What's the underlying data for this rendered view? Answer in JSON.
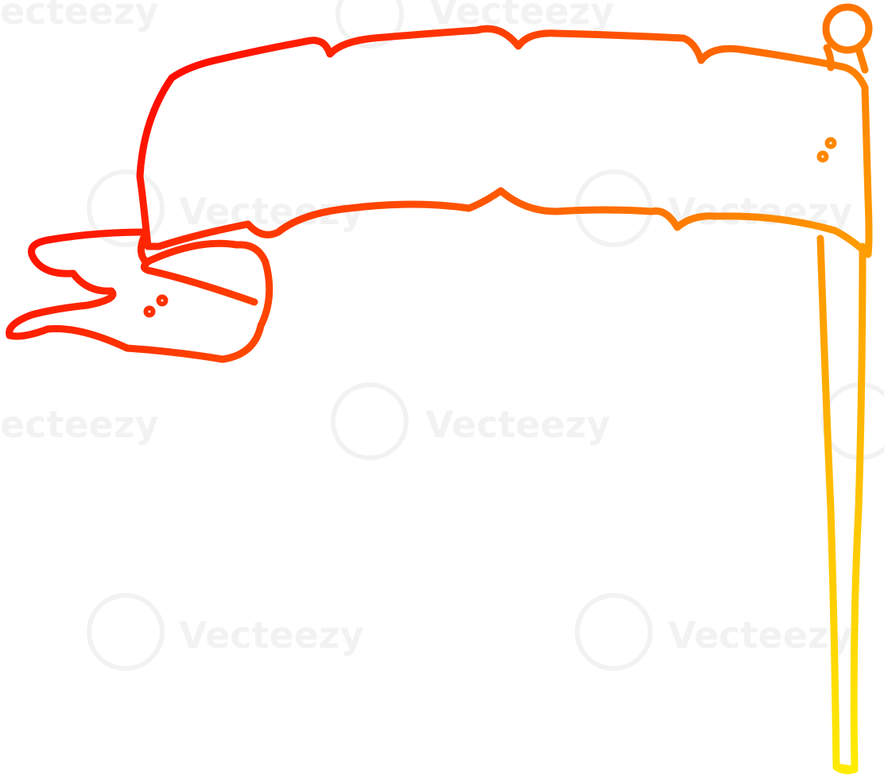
{
  "illustration": {
    "subject": "cartoon flag on pole",
    "style": "line drawing",
    "gradient": {
      "start_color": "#ff0000",
      "mid_color": "#ff7a00",
      "end_color": "#ffee00"
    },
    "background_color": "#ffffff"
  },
  "watermark": {
    "text": "Vecteezy",
    "partial_text": "ecteezy",
    "icon": "vecteezy-v-logo-icon"
  }
}
